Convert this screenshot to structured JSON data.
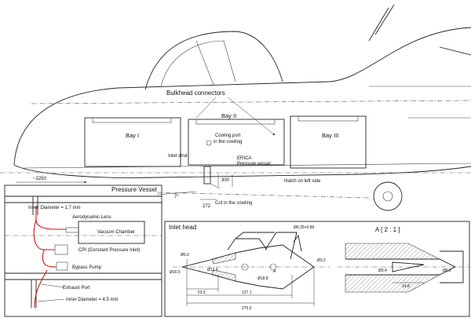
{
  "top": {
    "bulkhead_connectors": "Bulkhead connectors",
    "bay1": "Bay I",
    "bay2": "Bay II",
    "bay3": "Bay III",
    "cooling_port_line1": "Cooling port",
    "cooling_port_line2": "in the cowling",
    "inlet_strut": "Inlet strut",
    "erica_line1": "ERICA",
    "erica_line2": "Pressure vessel",
    "hatch": "Hatch on left side",
    "cut": "Cut in the cowling",
    "dim_3250": "~3250",
    "dim_300": "300",
    "dim_272": "272",
    "angle": "7°"
  },
  "pressure_vessel_panel": {
    "title": "Pressure Vessel",
    "inner_diam_top": "Inner Diameter = 1.7 mm",
    "aero_lens": "Aerodynamic Lens",
    "vacuum_chamber": "Vacuum Chamber",
    "cpi": "CPI (Constant Pressure Inlet)",
    "bypass_pump": "Bypass Pump",
    "exhaust_port": "Exhaust Port",
    "inner_diam_bottom": "Inner Diameter = 4.5 mm"
  },
  "inlet_head_panel": {
    "title": "Inlet head",
    "detail": "A [ 2 : 1 ]",
    "d_635": "Ø6.35×0.89",
    "d_32": "Ø3.2",
    "d_60": "Ø6.0",
    "d_165": "Ø16.5",
    "d_188": "Ø18.8",
    "d_126": "Ø12.6",
    "d_34": "Ø3.4",
    "d_52": "Ø5.2",
    "dim_535": "53.5",
    "dim_1271": "127.1",
    "dim_2750": "275.0",
    "dim_148": "14.8",
    "label_a": "A"
  }
}
